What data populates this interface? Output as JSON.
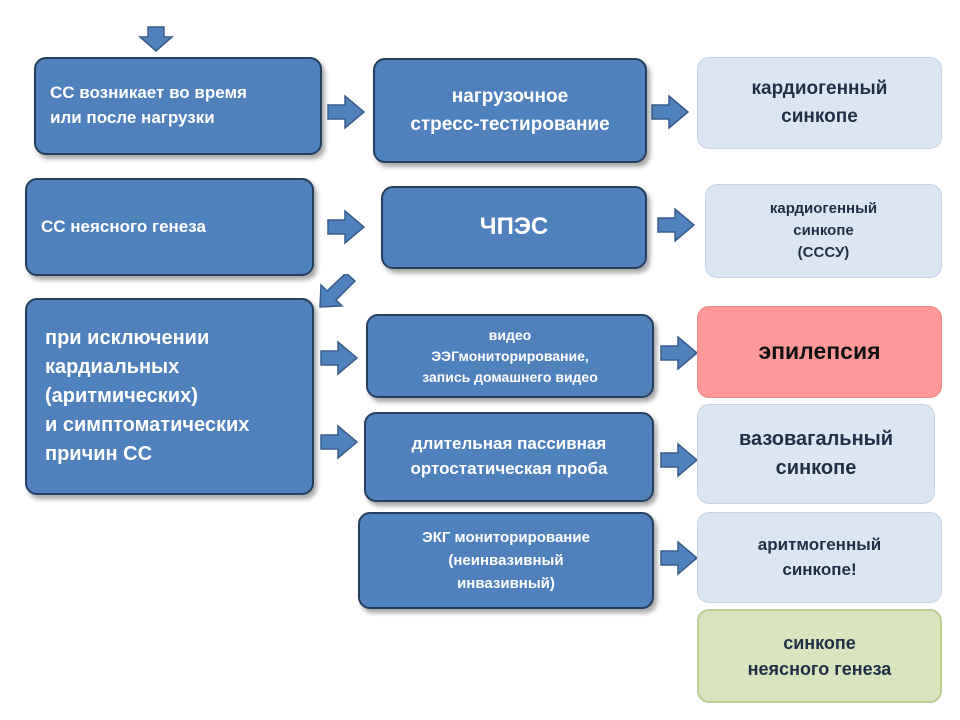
{
  "colors": {
    "process_box": "#4f81bd",
    "process_border": "#243f60",
    "result_box": "#dce6f2",
    "epilepsy_box": "#ff9999",
    "unknown_box": "#d8e4bc",
    "arrow_fill": "#4f81bd"
  },
  "conditions": {
    "exercise": "СС возникает во время\nили после нагрузки",
    "unclear": "СС неясного генеза",
    "exclusion": "при исключении\nкардиальных\n(аритмических)\n и симптоматических\nпричин СС"
  },
  "tests": {
    "stress": "нагрузочное\nстресс-тестирование",
    "cpes": "ЧПЭС",
    "video_eeg": "видео\nЭЭГмониторирование,\nзапись домашнего видео",
    "tilt": "длительная пассивная\nортостатическая проба",
    "ecg": "ЭКГ мониторирование\n(неинвазивный\nинвазивный)"
  },
  "results": {
    "cardiogenic_1": "кардиогенный\nсинкопе",
    "cardiogenic_2": "кардиогенный\nсинкопе\n(СССУ)",
    "epilepsy": "эпилепсия",
    "vasovagal": "вазовагальный\nсинкопе",
    "arrhythmogenic": "аритмогенный\nсинкопе!",
    "unknown": "синкопе\nнеясного генеза"
  }
}
